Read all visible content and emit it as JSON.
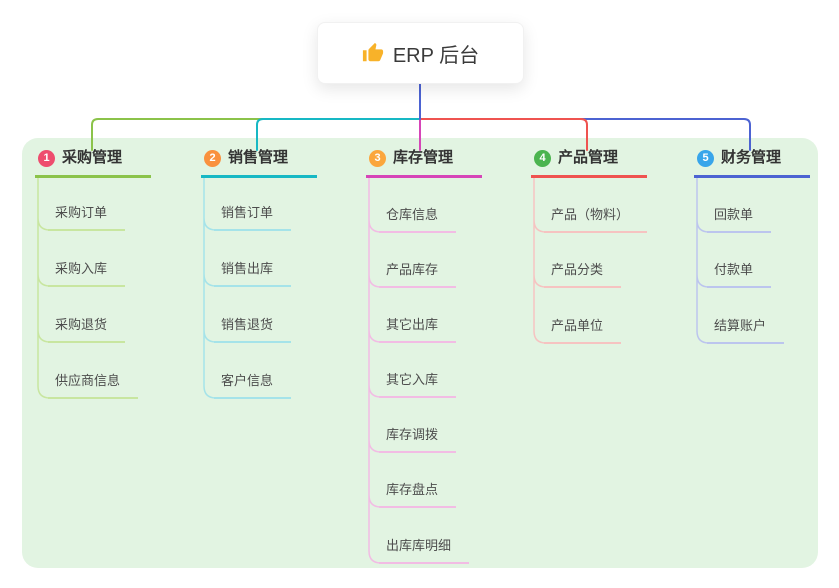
{
  "root": {
    "label": "ERP 后台",
    "icon": "thumbs-up-icon"
  },
  "canvas": {
    "background": "#ffffff",
    "panel_background": "#e2f4e2",
    "root_connector_color": "#4c63d2"
  },
  "branches": [
    {
      "number": "1",
      "label": "采购管理",
      "colors": {
        "badge": "#ee4d6e",
        "line": "#8bc34a",
        "child_line": "#c8e6a0"
      },
      "children": [
        "采购订单",
        "采购入库",
        "采购退货",
        "供应商信息"
      ]
    },
    {
      "number": "2",
      "label": "销售管理",
      "colors": {
        "badge": "#f9913e",
        "line": "#17b8c4",
        "child_line": "#a5e3e9"
      },
      "children": [
        "销售订单",
        "销售出库",
        "销售退货",
        "客户信息"
      ]
    },
    {
      "number": "3",
      "label": "库存管理",
      "colors": {
        "badge": "#fba63c",
        "line": "#d645b8",
        "child_line": "#f2bce4"
      },
      "children": [
        "仓库信息",
        "产品库存",
        "其它出库",
        "其它入库",
        "库存调拨",
        "库存盘点",
        "出库库明细"
      ]
    },
    {
      "number": "4",
      "label": "产品管理",
      "colors": {
        "badge": "#4bb44f",
        "line": "#ef5350",
        "child_line": "#f6c3c1"
      },
      "children": [
        "产品（物料）",
        "产品分类",
        "产品单位"
      ]
    },
    {
      "number": "5",
      "label": "财务管理",
      "colors": {
        "badge": "#38a5ea",
        "line": "#4c63d2",
        "child_line": "#bcc5ee"
      },
      "children": [
        "回款单",
        "付款单",
        "结算账户"
      ]
    }
  ]
}
